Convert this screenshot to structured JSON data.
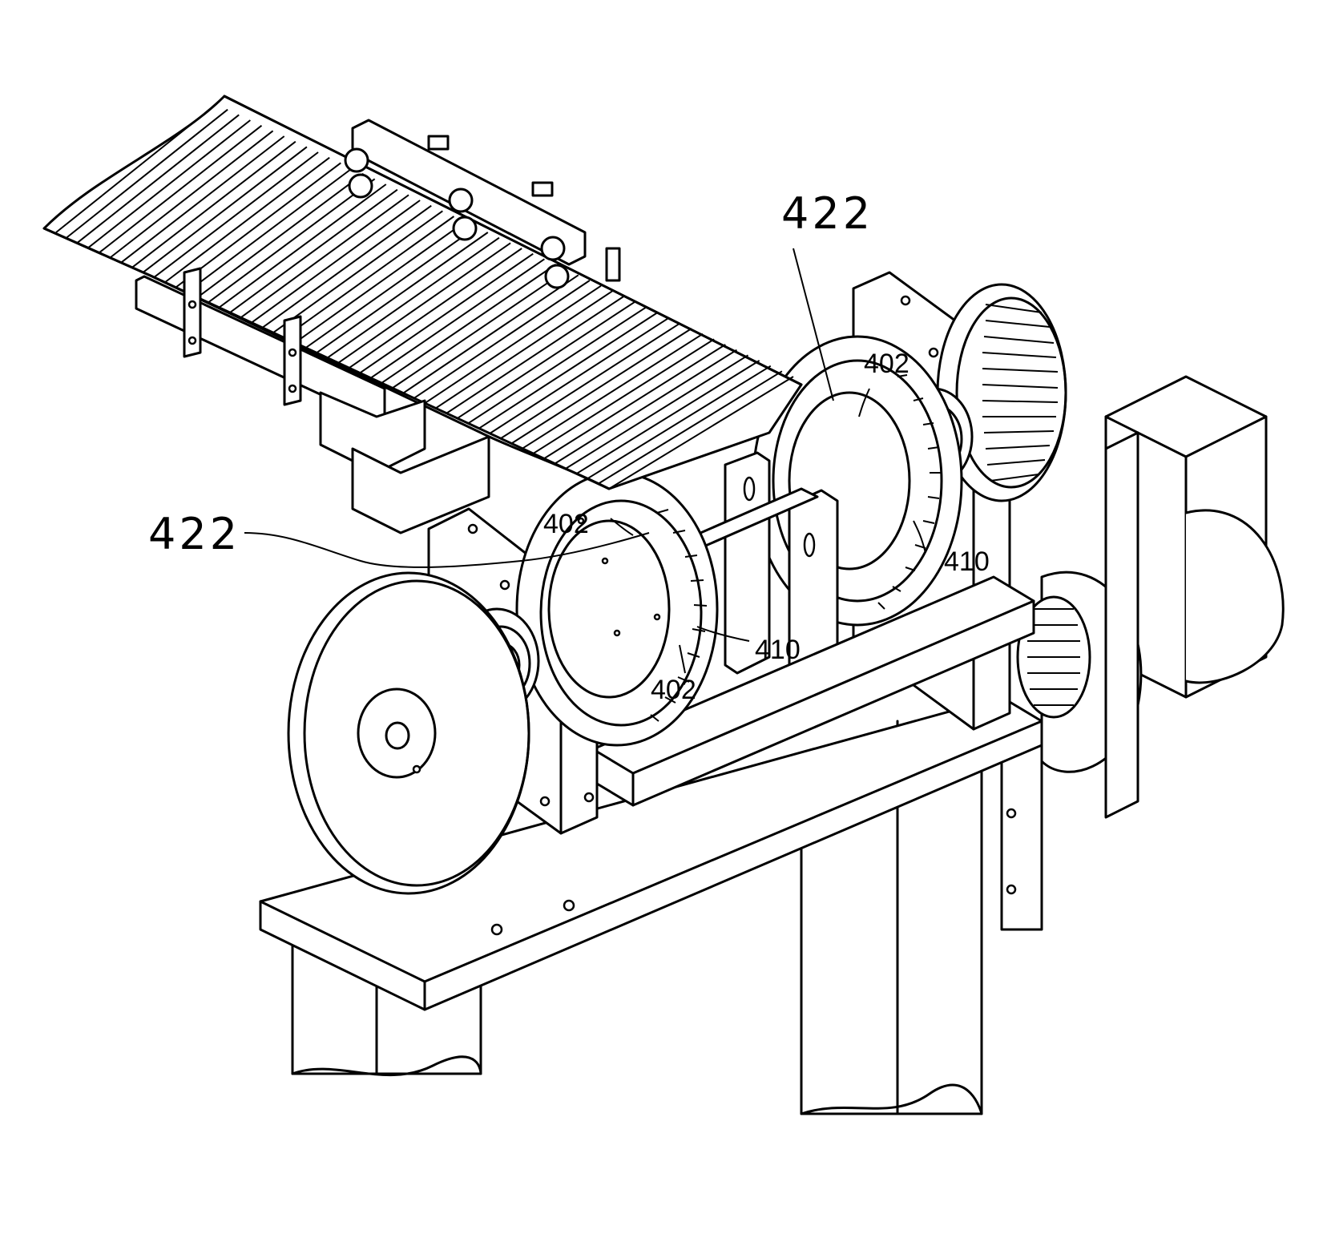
{
  "figure": {
    "labels": [
      {
        "id": "422-top",
        "text": "422"
      },
      {
        "id": "402-top",
        "text": "402"
      },
      {
        "id": "410-right",
        "text": "410"
      },
      {
        "id": "422-left",
        "text": "422"
      },
      {
        "id": "402-mid",
        "text": "402"
      },
      {
        "id": "410-mid",
        "text": "410"
      },
      {
        "id": "402-low",
        "text": "402"
      }
    ]
  }
}
